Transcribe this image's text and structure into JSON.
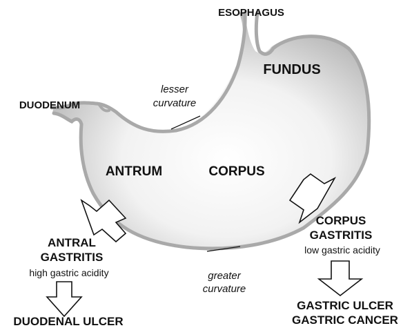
{
  "labels": {
    "esophagus": "ESOPHAGUS",
    "fundus": "FUNDUS",
    "duodenum": "DUODENUM",
    "lesser_curvature_1": "lesser",
    "lesser_curvature_2": "curvature",
    "antrum": "ANTRUM",
    "corpus": "CORPUS",
    "greater_curvature_1": "greater",
    "greater_curvature_2": "curvature"
  },
  "antral_branch": {
    "title_1": "ANTRAL",
    "title_2": "GASTRITIS",
    "subtitle": "high gastric acidity",
    "outcome": "DUODENAL ULCER"
  },
  "corpus_branch": {
    "title_1": "CORPUS",
    "title_2": "GASTRITIS",
    "subtitle": "low gastric acidity",
    "outcome_1": "GASTRIC ULCER",
    "outcome_2": "GASTRIC CANCER"
  },
  "colors": {
    "outline": "#a9a9a9",
    "shade_dark": "#bcbcbc",
    "shade_light": "#ffffff",
    "text": "#111111"
  }
}
